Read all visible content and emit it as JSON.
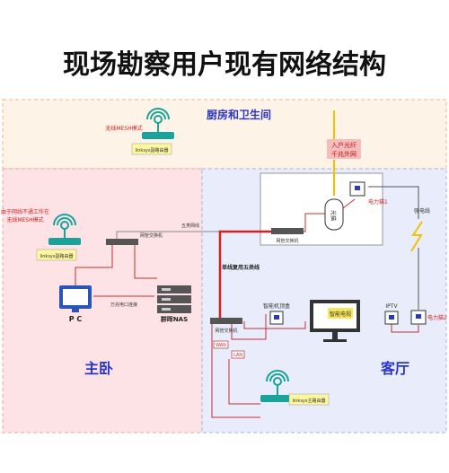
{
  "title": "现场勘察用户现有网络结构",
  "rooms": {
    "kitchen": "厨房和卫生间",
    "master": "主卧",
    "living": "客厅"
  },
  "devices": {
    "kitchen_router": "linksys副路由器",
    "kitchen_router_note": "无线MESH模式",
    "master_router": "linksys副路由器",
    "master_router_note_1": "由于网线不通工作在",
    "master_router_note_2": "无线MESH模式",
    "pc": "P C",
    "nas": "群晖NAS",
    "switch_master": "网管交换机",
    "switch_weak": "网管交换机",
    "switch_living": "网管交换机",
    "modem": "光猫",
    "box1": "电力猫1",
    "box2": "电力猫2",
    "iptv": "IPTV",
    "tv": "智能电视",
    "smart_box": "智能机顶盒",
    "main_router": "linksys主路由器",
    "wan": "WAN",
    "lan": "LAN"
  },
  "labels": {
    "fiber_1": "入户光纤",
    "fiber_2": "千兆外网",
    "five_cable": "五类网线",
    "wan_cable": "单线复用五类线",
    "gigabit": "万兆电口连接",
    "power_line": "强电线"
  },
  "colors": {
    "kitchen_bg": "#fdf3e6",
    "master_bg": "#fde3e6",
    "living_bg": "#e8ecfb",
    "room_text": "#2a35c9",
    "red_line": "#d61f1f",
    "yellow_line": "#f2c200"
  }
}
